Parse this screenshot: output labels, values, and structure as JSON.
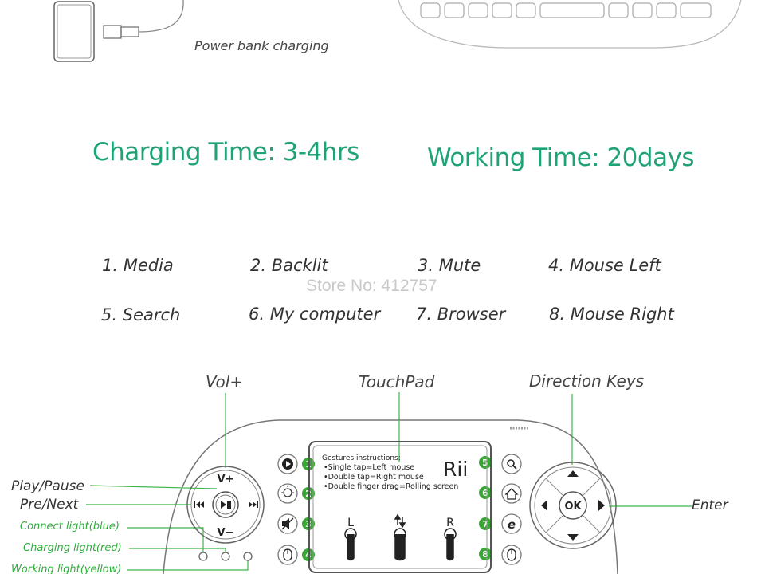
{
  "power_bank_caption": "Power bank charging",
  "charging_time": "Charging Time: 3-4hrs",
  "working_time": "Working Time: 20days",
  "functions": [
    "1. Media",
    "2. Backlit",
    "3. Mute",
    "4. Mouse Left",
    "5. Search",
    "6. My computer",
    "7. Browser",
    "8. Mouse Right"
  ],
  "watermark": "Store No: 412757",
  "callouts": {
    "vol_plus": "Vol+",
    "touchpad": "TouchPad",
    "direction_keys": "Direction Keys",
    "play_pause": "Play/Pause",
    "pre_next": "Pre/Next",
    "enter": "Enter",
    "connect_light": "Connect light(blue)",
    "charging_light": "Charging light(red)",
    "working_light": "Working light(yellow)"
  },
  "device": {
    "brand": "Rii",
    "gestures_title": "Gestures instructions:",
    "gestures": [
      "•Single tap=Left mouse",
      "•Double tap=Right mouse",
      "•Double finger drag=Rolling screen"
    ],
    "touch_labels": {
      "left": "L",
      "right": "R"
    },
    "vol_up": "V+",
    "vol_down": "V−",
    "ok": "OK",
    "side_numbers_left": [
      "1",
      "2",
      "3",
      "4"
    ],
    "side_numbers_right": [
      "5",
      "6",
      "7",
      "8"
    ]
  },
  "colors": {
    "accent_green": "#1fa277",
    "number_badge_green": "#3aa635",
    "callout_line_green": "#3bb54a"
  }
}
